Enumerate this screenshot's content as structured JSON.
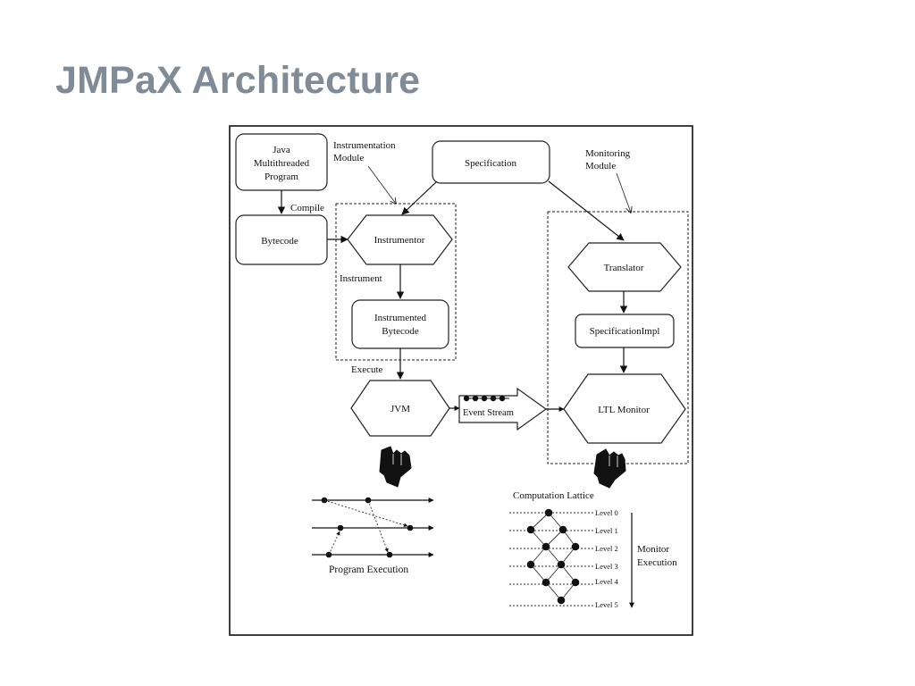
{
  "slide": {
    "title": "JMPaX Architecture"
  },
  "diagram": {
    "java_program": [
      "Java",
      "Multithreaded",
      "Program"
    ],
    "instrumentation_module": [
      "Instrumentation",
      "Module"
    ],
    "specification": "Specification",
    "monitoring_module": [
      "Monitoring",
      "Module"
    ],
    "compile": "Compile",
    "bytecode": "Bytecode",
    "instrumentor": "Instrumentor",
    "instrument": "Instrument",
    "instrumented_bytecode": [
      "Instrumented",
      "Bytecode"
    ],
    "translator": "Translator",
    "specification_impl": "SpecificationImpl",
    "execute": "Execute",
    "jvm": "JVM",
    "event_stream": "Event Stream",
    "ltl_monitor": "LTL  Monitor",
    "program_execution": "Program Execution",
    "computation_lattice": "Computation Lattice",
    "levels": [
      "Level 0",
      "Level 1",
      "Level 2",
      "Level 3",
      "Level 4",
      "Level 5"
    ],
    "monitor_execution": [
      "Monitor",
      "Execution"
    ]
  }
}
